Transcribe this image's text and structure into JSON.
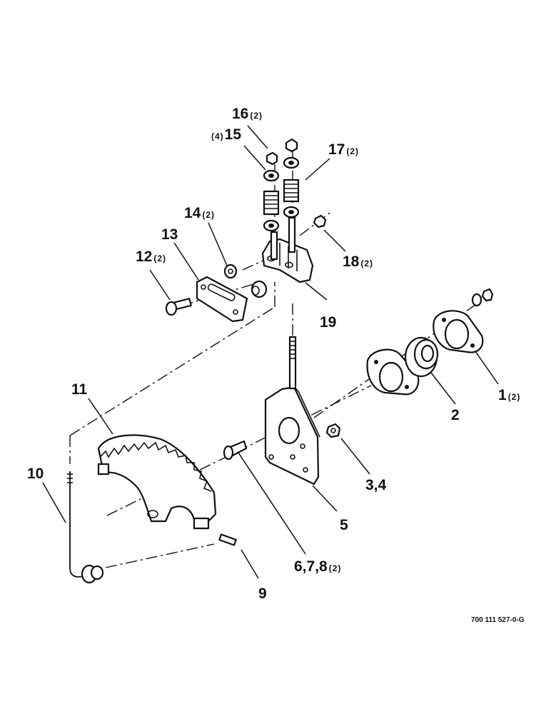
{
  "diagram": {
    "callouts": [
      {
        "id": "16",
        "number": "16",
        "qty": "(2)",
        "prefix": ""
      },
      {
        "id": "15",
        "number": "15",
        "qty": "",
        "prefix": "(4)"
      },
      {
        "id": "17",
        "number": "17",
        "qty": "(2)",
        "prefix": ""
      },
      {
        "id": "14",
        "number": "14",
        "qty": "(2)",
        "prefix": ""
      },
      {
        "id": "13",
        "number": "13",
        "qty": "",
        "prefix": ""
      },
      {
        "id": "12",
        "number": "12",
        "qty": "(2)",
        "prefix": ""
      },
      {
        "id": "18",
        "number": "18",
        "qty": "(2)",
        "prefix": ""
      },
      {
        "id": "19",
        "number": "19",
        "qty": "",
        "prefix": ""
      },
      {
        "id": "11",
        "number": "11",
        "qty": "",
        "prefix": ""
      },
      {
        "id": "1",
        "number": "1",
        "qty": "(2)",
        "prefix": ""
      },
      {
        "id": "2",
        "number": "2",
        "qty": "",
        "prefix": ""
      },
      {
        "id": "10",
        "number": "10",
        "qty": "",
        "prefix": ""
      },
      {
        "id": "3-4",
        "number": "3,4",
        "qty": "",
        "prefix": ""
      },
      {
        "id": "5",
        "number": "5",
        "qty": "",
        "prefix": ""
      },
      {
        "id": "6-7-8",
        "number": "6,7,8",
        "qty": "(2)",
        "prefix": ""
      },
      {
        "id": "9",
        "number": "9",
        "qty": "",
        "prefix": ""
      }
    ],
    "drawing_code": "700 111 527-0-G"
  }
}
